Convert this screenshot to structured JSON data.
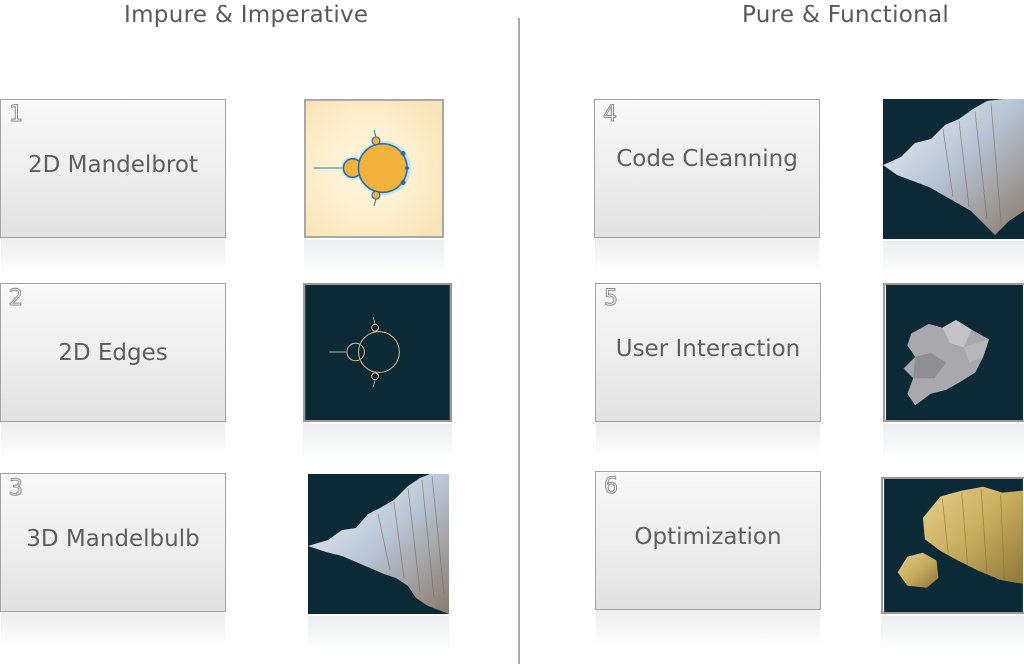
{
  "headings": {
    "left": "Impure & Imperative",
    "right": "Pure & Functional"
  },
  "cards": [
    {
      "number": "1",
      "title": "2D Mandelbrot"
    },
    {
      "number": "2",
      "title": "2D Edges"
    },
    {
      "number": "3",
      "title": "3D Mandelbulb"
    },
    {
      "number": "4",
      "title": "Code Cleanning"
    },
    {
      "number": "5",
      "title": "User Interaction"
    },
    {
      "number": "6",
      "title": "Optimization"
    }
  ],
  "colors": {
    "dark_background": "#0c2a36",
    "mandelbrot_background": "#fbeec8",
    "mandelbulb_white": "#eef3f7",
    "optimization_gold": "#c8ac5e"
  }
}
